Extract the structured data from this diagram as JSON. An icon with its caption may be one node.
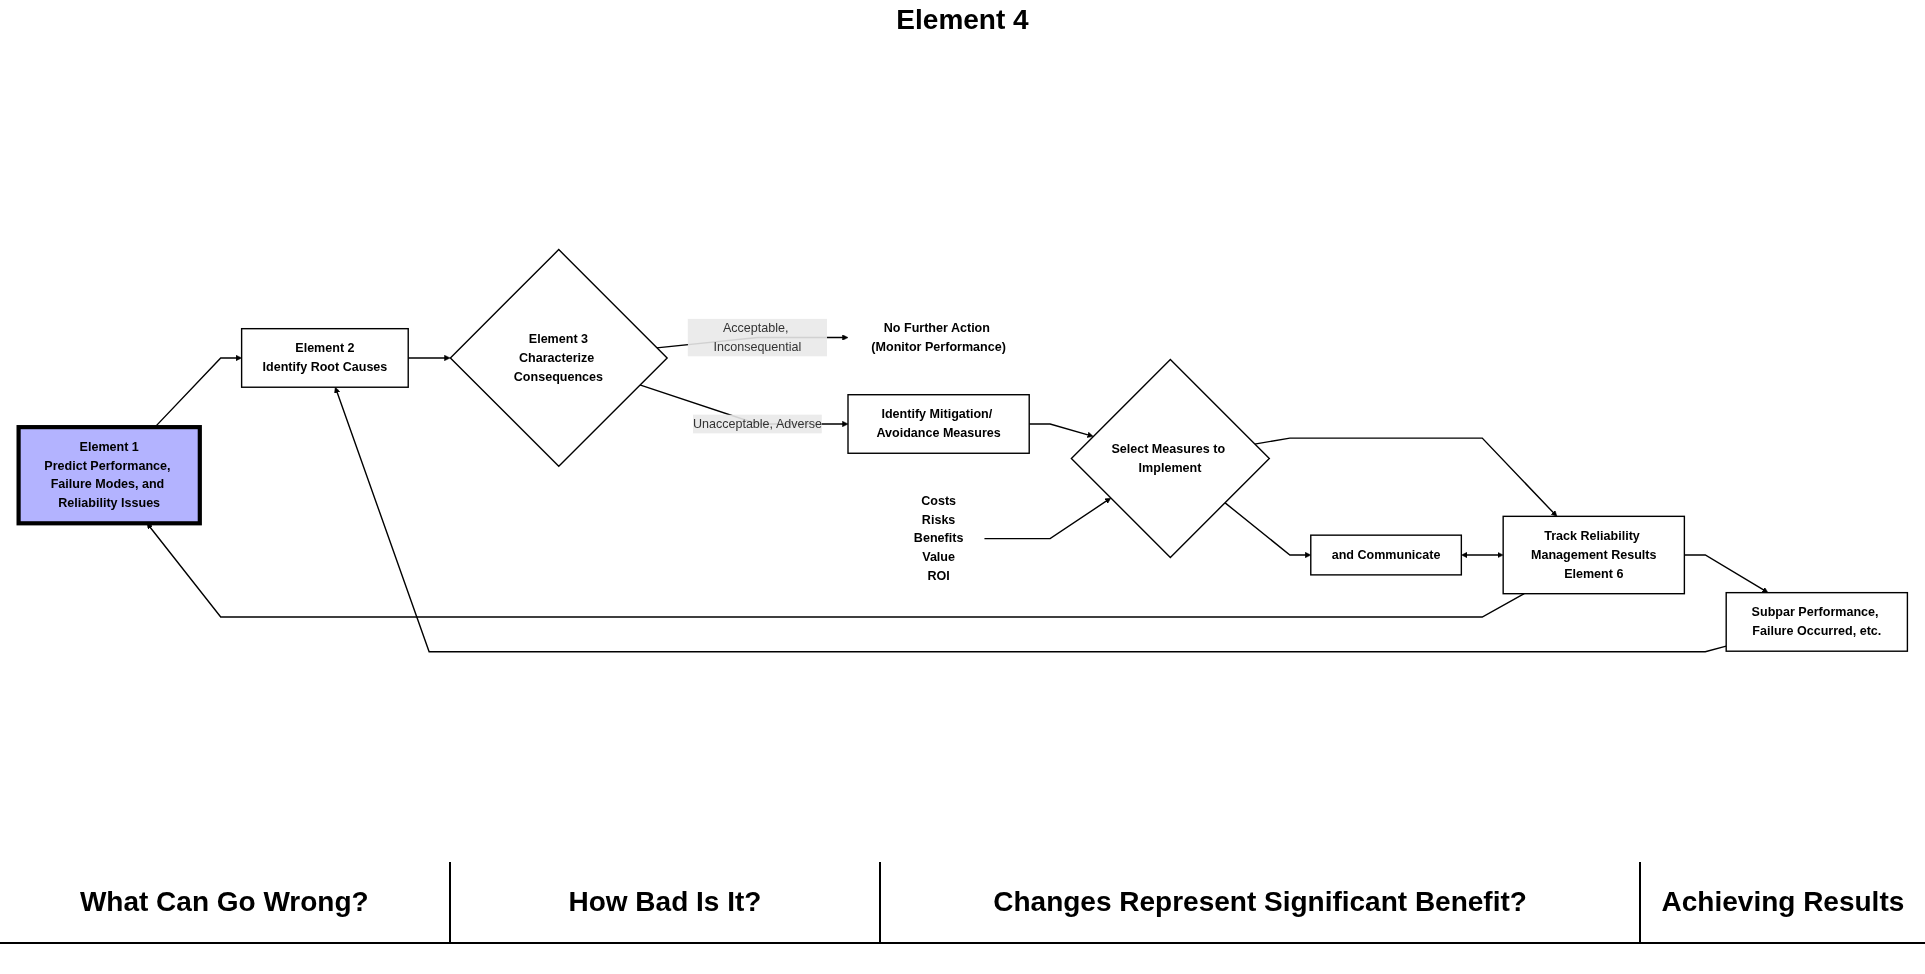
{
  "diagram": {
    "nodes": [
      {
        "text": [
          "Element 1",
          "Predict Performance, Failure Modes, and Reliability Issues"
        ]
      },
      {
        "text": [
          "Element 2",
          "Identify Root Causes"
        ]
      },
      {
        "text": [
          "Subpar Performance, Failure Occurred, etc."
        ]
      },
      {
        "text": [
          "Element 3",
          "Characterize Consequences"
        ]
      },
      {
        "text": [
          "No Further Action (Monitor Performance)"
        ]
      },
      {
        "text": [
          "Identify Mitigation/ Avoidance Measures"
        ]
      },
      {
        "text": [
          "Select Measures to Implement"
        ]
      },
      {
        "text": [
          "Costs",
          "Risks",
          "Benefits",
          "Value",
          "ROI"
        ]
      },
      {
        "text": [
          "and Communicate"
        ]
      },
      {
        "text": [
          "Track Reliability Management Results",
          "Element 6"
        ]
      }
    ],
    "edges": [
      {
        "from": 0,
        "to": 1,
        "arrow": "to"
      },
      {
        "from": 2,
        "to": 1,
        "arrow": "to"
      },
      {
        "from": 1,
        "to": 3,
        "arrow": "to"
      },
      {
        "from": 3,
        "to": 5,
        "label": "Unacceptable, Adverse",
        "arrow": "to"
      },
      {
        "from": 3,
        "to": 4,
        "label": "Acceptable, Inconsequential",
        "arrow": "to"
      },
      {
        "from": 5,
        "to": 6,
        "arrow": "to"
      },
      {
        "from": 7,
        "to": 6,
        "arrow": "to"
      },
      {
        "from": 6,
        "to": 8,
        "arrow": "to"
      },
      {
        "from": 6,
        "to": 9,
        "arrow": "to"
      },
      {
        "from": 8,
        "to": 9,
        "arrow": "both"
      },
      {
        "from": 9,
        "to": 0,
        "arrow": "to"
      },
      {
        "from": 9,
        "to": 2,
        "arrow": "to"
      }
    ],
    "labels": [
      "Element 4",
      "What Can Go Wrong?",
      "How Bad Is It?",
      "Changes Represent Significant Benefit?",
      "Achieving Results"
    ]
  }
}
